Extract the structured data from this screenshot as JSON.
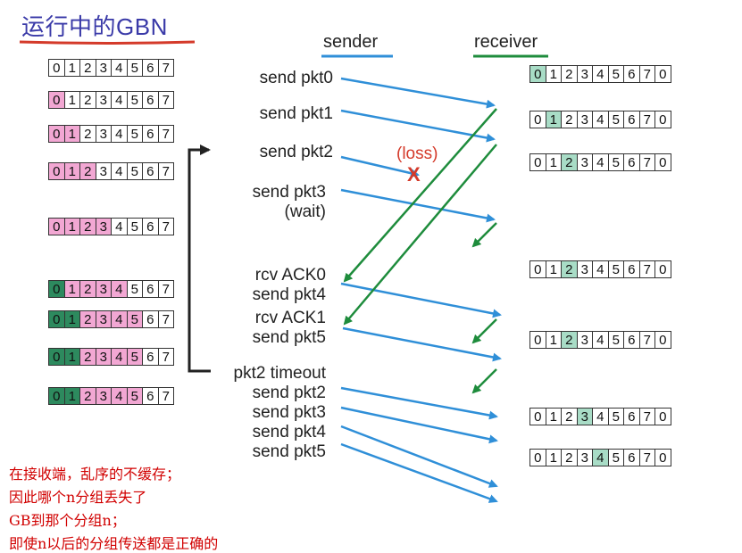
{
  "title": "运行中的GBN",
  "columns": {
    "sender": "sender",
    "receiver": "receiver"
  },
  "colors": {
    "title": "#3a3aa8",
    "title_underline": "#d43a2a",
    "sender_line": "#2f8fd8",
    "receiver_line": "#1e8c3c",
    "pkt_arrow": "#2f8fd8",
    "ack_arrow": "#1e8c3c",
    "sent": "#f2a7d3",
    "acked": "#2d8a5e",
    "received": "#a8dcc6",
    "loss": "#d43a2a",
    "note": "#d10000"
  },
  "sender_labels": [
    "send pkt0",
    "send pkt1",
    "send pkt2",
    "send pkt3",
    "(wait)",
    "rcv ACK0",
    "send pkt4",
    "rcv ACK1",
    "send pkt5",
    "pkt2 timeout",
    "send pkt2",
    "send pkt3",
    "send pkt4",
    "send pkt5"
  ],
  "loss": {
    "label": "(loss)",
    "mark": "X"
  },
  "sender_windows": [
    [
      "0",
      "1",
      "2",
      "3",
      "4",
      "5",
      "6",
      "7"
    ],
    [
      "0",
      "1",
      "2",
      "3",
      "4",
      "5",
      "6",
      "7"
    ],
    [
      "0",
      "1",
      "2",
      "3",
      "4",
      "5",
      "6",
      "7"
    ],
    [
      "0",
      "1",
      "2",
      "3",
      "4",
      "5",
      "6",
      "7"
    ],
    [
      "0",
      "1",
      "2",
      "3",
      "4",
      "5",
      "6",
      "7"
    ],
    [
      "0",
      "1",
      "2",
      "3",
      "4",
      "5",
      "6",
      "7"
    ],
    [
      "0",
      "1",
      "2",
      "3",
      "4",
      "5",
      "6",
      "7"
    ],
    [
      "0",
      "1",
      "2",
      "3",
      "4",
      "5",
      "6",
      "7"
    ],
    [
      "0",
      "1",
      "2",
      "3",
      "4",
      "5",
      "6",
      "7"
    ]
  ],
  "sender_window_state": [
    {
      "acked": 0,
      "sent": 0
    },
    {
      "acked": 0,
      "sent": 1
    },
    {
      "acked": 0,
      "sent": 2
    },
    {
      "acked": 0,
      "sent": 3
    },
    {
      "acked": 0,
      "sent": 4
    },
    {
      "acked": 1,
      "sent": 5
    },
    {
      "acked": 2,
      "sent": 6
    },
    {
      "acked": 2,
      "sent": 6
    },
    {
      "acked": 2,
      "sent": 6
    }
  ],
  "receiver_sequences": [
    [
      "0",
      "1",
      "2",
      "3",
      "4",
      "5",
      "6",
      "7",
      "0"
    ],
    [
      "0",
      "1",
      "2",
      "3",
      "4",
      "5",
      "6",
      "7",
      "0"
    ],
    [
      "0",
      "1",
      "2",
      "3",
      "4",
      "5",
      "6",
      "7",
      "0"
    ],
    [
      "0",
      "1",
      "2",
      "3",
      "4",
      "5",
      "6",
      "7",
      "0"
    ],
    [
      "0",
      "1",
      "2",
      "3",
      "4",
      "5",
      "6",
      "7",
      "0"
    ],
    [
      "0",
      "1",
      "2",
      "3",
      "4",
      "5",
      "6",
      "7",
      "0"
    ],
    [
      "0",
      "1",
      "2",
      "3",
      "4",
      "5",
      "6",
      "7",
      "0"
    ]
  ],
  "receiver_highlight": [
    0,
    1,
    2,
    2,
    2,
    3,
    4
  ],
  "notes": [
    "在接收端，乱序的不缓存；",
    "因此哪个n分组丢失了",
    "GB到那个分组n；",
    "即使n以后的分组传送都是正确的"
  ]
}
